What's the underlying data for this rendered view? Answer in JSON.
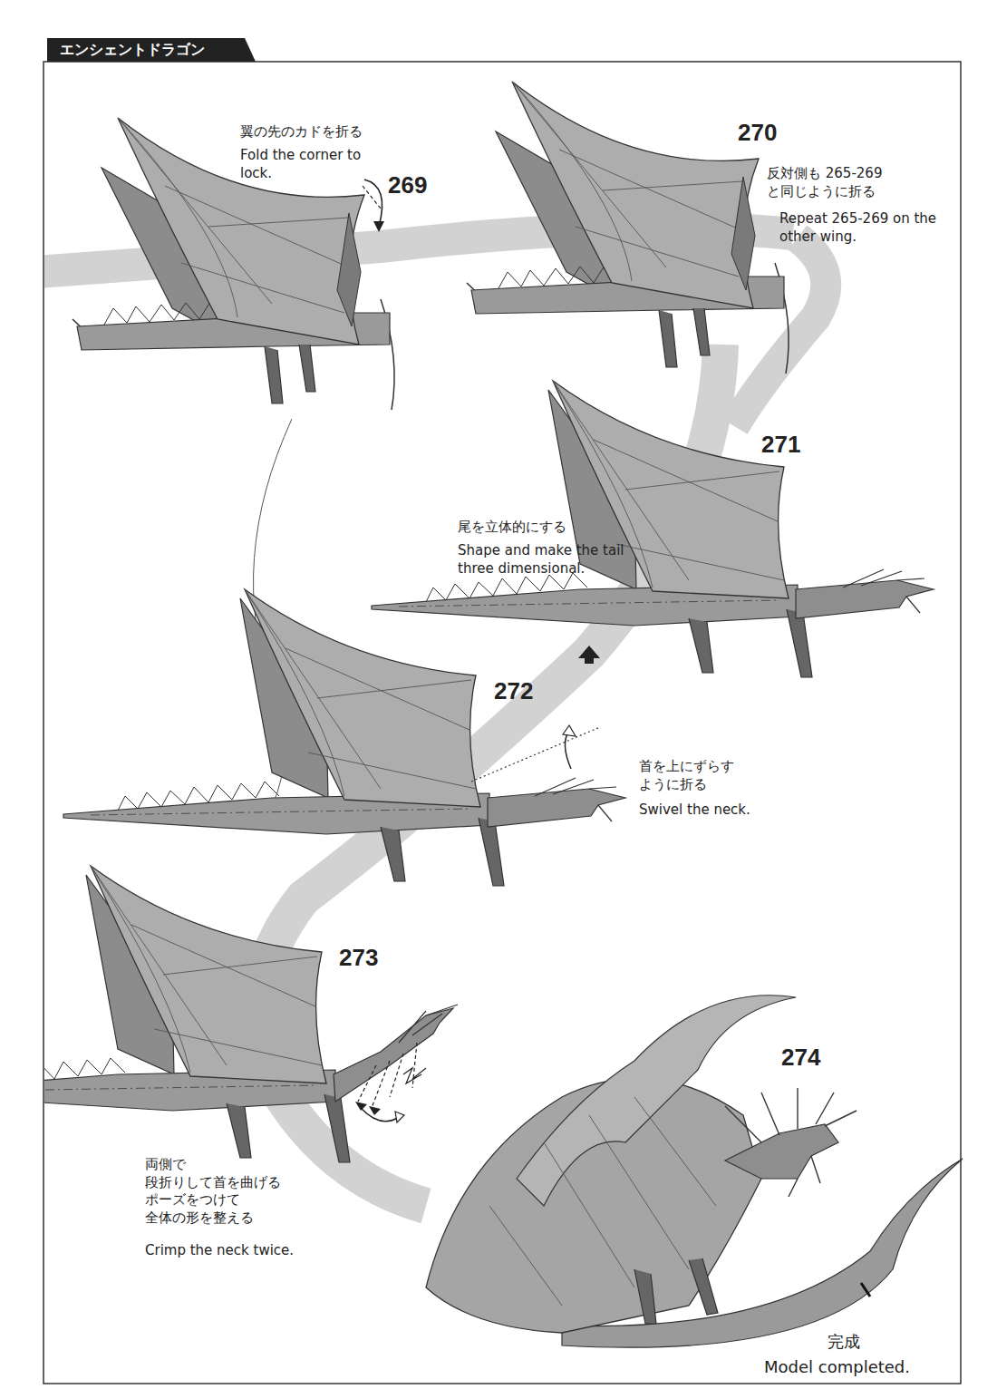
{
  "diagram": {
    "title": "エンシェントドラゴン",
    "labels": [
      "翼の先のカドを折る",
      "Fold the corner to lock.",
      "269",
      "270",
      "反対側も 265-269 と同じように折る",
      "Repeat 265-269 on the other wing.",
      "271",
      "尾を立体的にする",
      "Shape and make the tail three dimensional.",
      "272",
      "首を上にずらす ように折る",
      "Swivel the neck.",
      "273",
      "両側で 段折りして首を曲げる ポーズをつけて 全体の形を整える",
      "Crimp the neck twice.",
      "274",
      "完成",
      "Model completed."
    ]
  }
}
